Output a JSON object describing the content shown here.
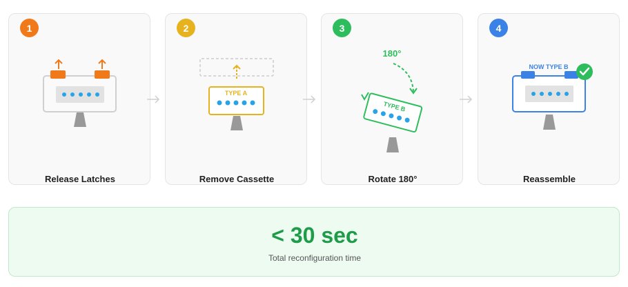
{
  "colors": {
    "orange": "#f07a1a",
    "yellow": "#e6b31e",
    "green": "#2ebd5c",
    "blue": "#3b82e6",
    "dot_blue": "#29a3e8",
    "summary_green": "#1e9c4a"
  },
  "steps": [
    {
      "number": "1",
      "label": "Release Latches",
      "color": "#f07a1a"
    },
    {
      "number": "2",
      "label": "Remove Cassette",
      "color": "#e6b31e",
      "cassette_label": "TYPE A"
    },
    {
      "number": "3",
      "label": "Rotate 180°",
      "color": "#2ebd5c",
      "cassette_label": "TYPE B",
      "rotation_label": "180°"
    },
    {
      "number": "4",
      "label": "Reassemble",
      "color": "#3b82e6",
      "cassette_label": "NOW TYPE B"
    }
  ],
  "icons": [
    "up-arrow-icon",
    "rotate-arrow-icon",
    "check-icon",
    "chevron-right-icon"
  ],
  "summary": {
    "value": "< 30 sec",
    "caption": "Total reconfiguration time"
  }
}
